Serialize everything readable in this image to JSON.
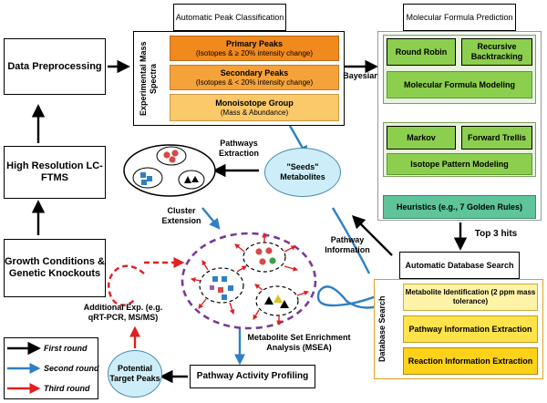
{
  "left_column": {
    "data_preprocessing": "Data Preprocessing",
    "high_resolution": "High Resolution LC-FTMS",
    "growth_conditions": "Growth Conditions & Genetic Knockouts"
  },
  "apc": {
    "title": "Automatic Peak Classification",
    "side_label": "Experimental Mass Spectra",
    "primary_title": "Primary Peaks",
    "primary_sub": "(Isotopes & ≥ 20% intensity change)",
    "secondary_title": "Secondary Peaks",
    "secondary_sub": "(Isotopes & < 20% intensity change)",
    "mono_title": "Monoisotope Group",
    "mono_sub": "(Mass & Abundance)"
  },
  "bayesian": "Bayesian",
  "mfp": {
    "title": "Molecular Formula Prediction",
    "round_robin": "Round Robin",
    "recursive": "Recursive Backtracking",
    "mf_modeling": "Molecular Formula Modeling",
    "markov": "Markov",
    "forward_trellis": "Forward Trellis",
    "isotope_modeling": "Isotope Pattern Modeling"
  },
  "heuristics": "Heuristics (e.g., 7 Golden Rules)",
  "top3": "Top 3 hits",
  "ads": {
    "title": "Automatic Database Search",
    "side_label": "Database Search",
    "metabolite_id": "Metabolite Identification (2 ppm mass tolerance)",
    "pathway_info": "Pathway Information Extraction",
    "reaction_info": "Reaction Information Extraction"
  },
  "seeds": "\"Seeds\" Metabolites",
  "pathways_extraction": "Pathways Extraction",
  "cluster_extension": "Cluster Extension",
  "pathway_information": "Pathway Information",
  "additional_exp": "Additional Exp. (e.g. qRT-PCR, MS/MS)",
  "msea": "Metabolite Set Enrichment Analysis (MSEA)",
  "pathway_activity": "Pathway Activity Profiling",
  "potential_target": "Potential Target Peaks",
  "legend": {
    "first": "First round",
    "second": "Second round",
    "third": "Third round"
  },
  "colors": {
    "first_round": "#000000",
    "second_round": "#2f7fc4",
    "third_round": "#e02020",
    "cluster_border": "#7a3a9a"
  }
}
